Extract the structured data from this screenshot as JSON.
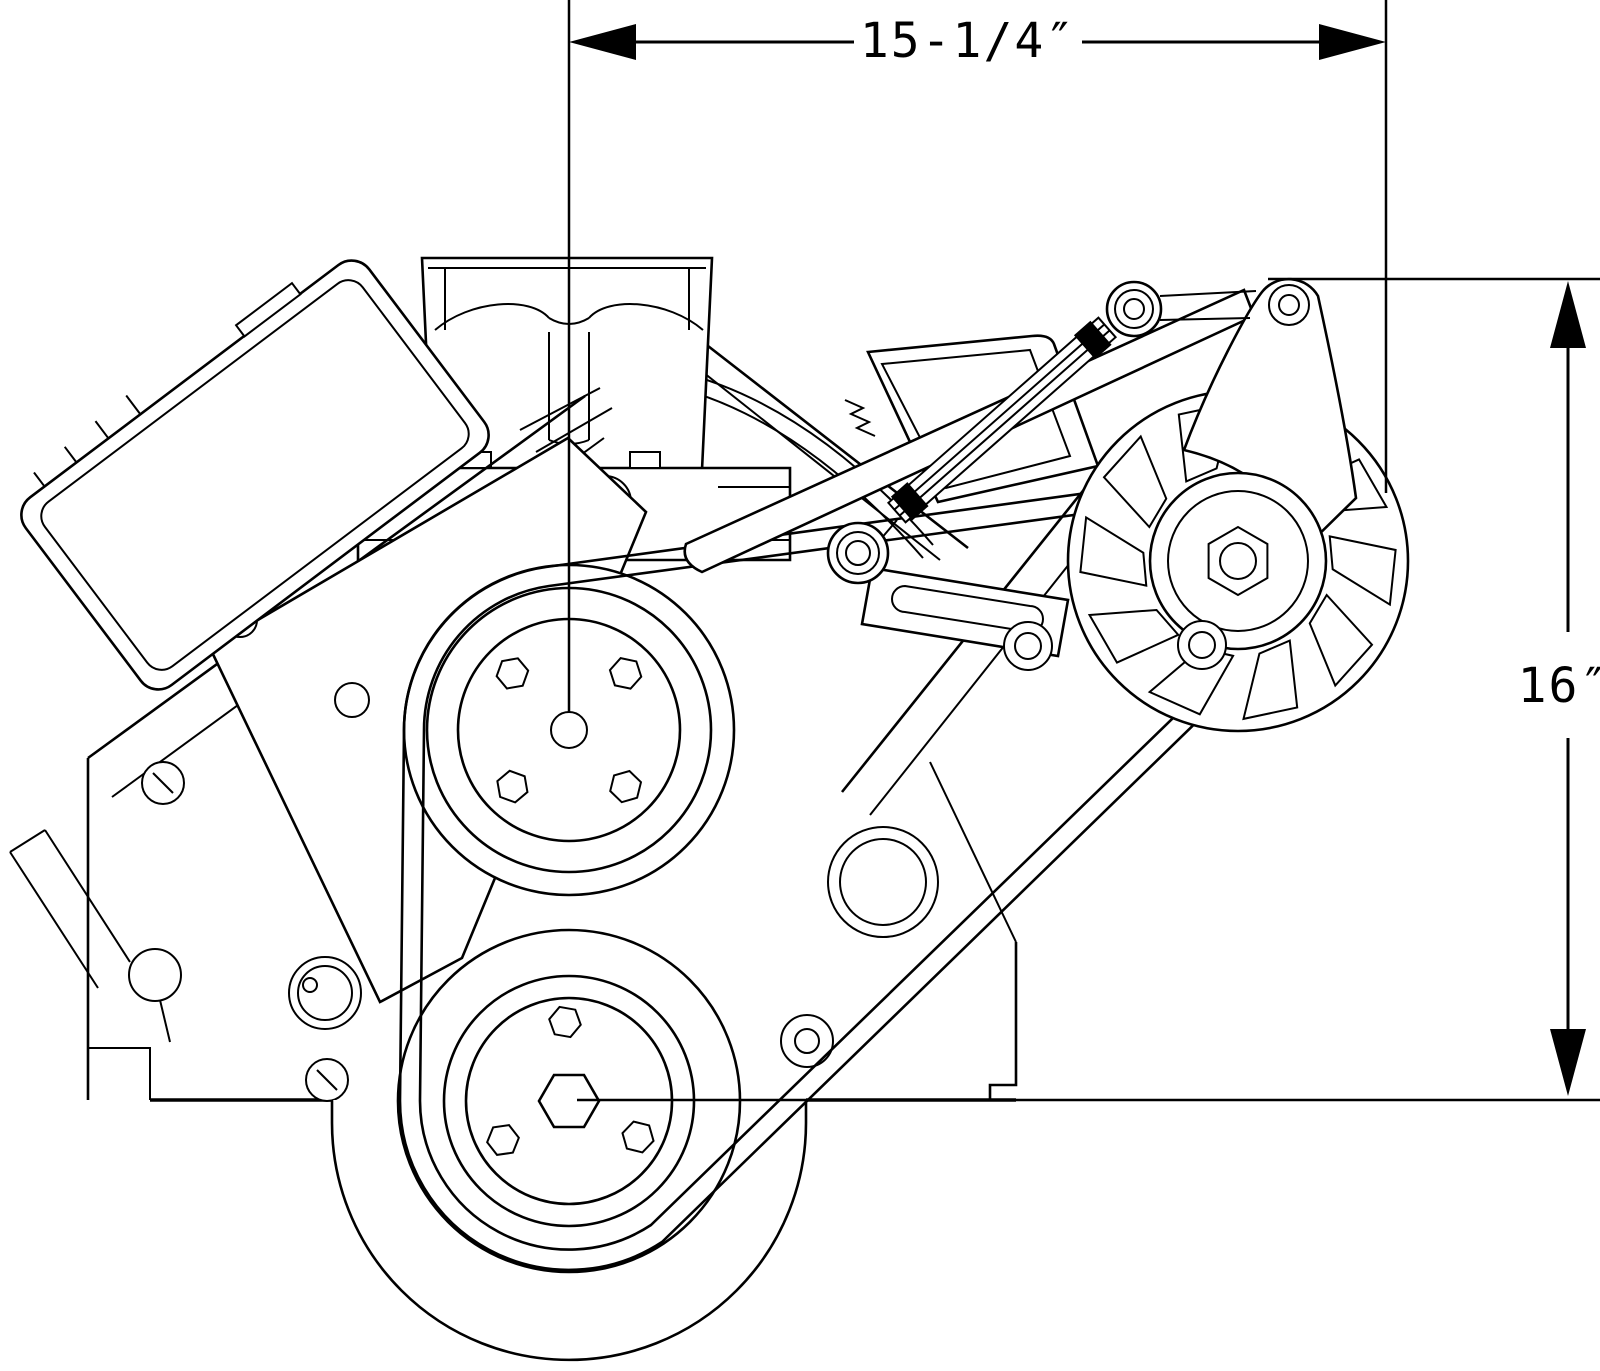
{
  "page": {
    "background": "#ffffff",
    "line_color": "#000000"
  },
  "dimensions": {
    "width": {
      "label": "15-1/4″",
      "value": "15-1/4",
      "unit": "in"
    },
    "height": {
      "label": "16″",
      "value": "16",
      "unit": "in"
    }
  }
}
